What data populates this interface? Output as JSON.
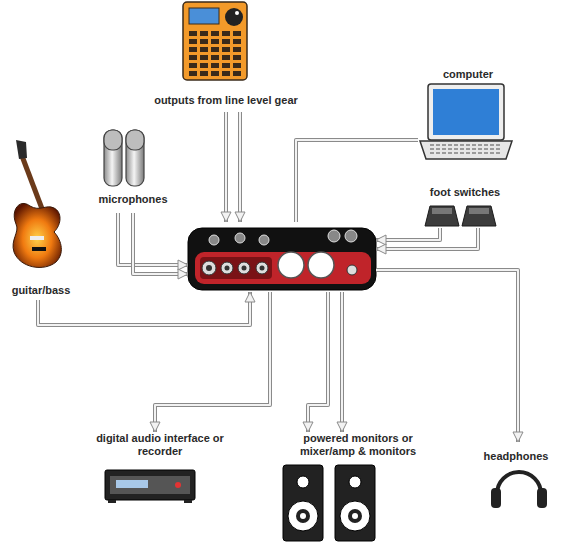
{
  "diagram": {
    "nodes": [
      {
        "text": [
          "outputs from line level gear"
        ]
      },
      {
        "text": [
          "computer"
        ]
      },
      {
        "text": [
          "microphones"
        ]
      },
      {
        "text": [
          "foot switches"
        ]
      },
      {
        "text": [
          "guitar/bass"
        ]
      },
      {
        "text": []
      },
      {
        "text": [
          "digital audio interface or recorder"
        ]
      },
      {
        "text": [
          "powered monitors or mixer/amp & monitors"
        ]
      },
      {
        "text": [
          "headphones"
        ]
      }
    ],
    "edges": [
      {
        "from": 0,
        "to": 5,
        "arrow": "to"
      },
      {
        "from": 0,
        "to": 5,
        "arrow": "to"
      },
      {
        "from": 2,
        "to": 5,
        "arrow": "to"
      },
      {
        "from": 2,
        "to": 5,
        "arrow": "to"
      },
      {
        "from": 4,
        "to": 5,
        "arrow": "to"
      },
      {
        "from": 3,
        "to": 5,
        "arrow": "to"
      },
      {
        "from": 3,
        "to": 5,
        "arrow": "to"
      },
      {
        "from": 5,
        "to": 1,
        "arrow": "none"
      },
      {
        "from": 5,
        "to": 6,
        "arrow": "to"
      },
      {
        "from": 5,
        "to": 7,
        "arrow": "to"
      },
      {
        "from": 5,
        "to": 7,
        "arrow": "to"
      },
      {
        "from": 5,
        "to": 8,
        "arrow": "to"
      }
    ]
  }
}
